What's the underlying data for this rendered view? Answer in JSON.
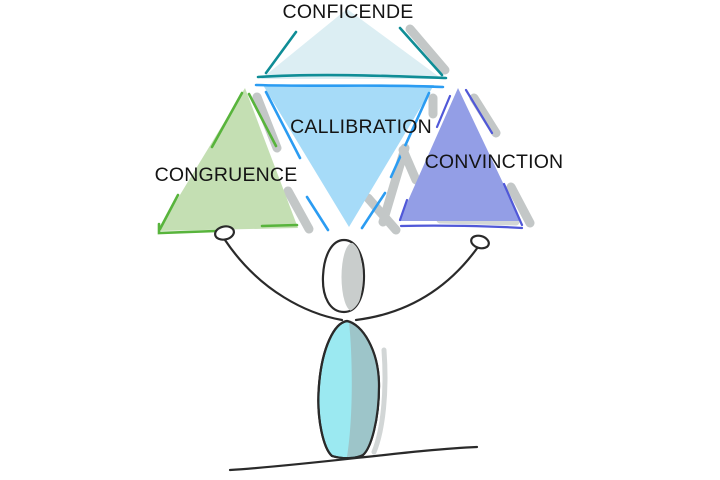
{
  "diagram": {
    "labels": {
      "top_triangle": "CONFICENDE",
      "middle_triangle": "CALLIBRATION",
      "left_triangle": "CONGRUENCE",
      "right_triangle": "CONVINCTION"
    },
    "colors": {
      "background": "#ffffff",
      "text": "#141414",
      "top_fill": "#dceef3",
      "top_stroke": "#0f8d96",
      "middle_fill": "#a6dbf8",
      "middle_stroke": "#2b9cf2",
      "left_fill": "#c4dfb3",
      "left_stroke": "#58b43c",
      "right_fill": "#939ee6",
      "right_stroke": "#5058d8",
      "shadow": "#c3c7c7",
      "shadow_light": "#d2d6d6",
      "figure_outline": "#2a2a2a",
      "figure_body_fill": "#9be9f1",
      "figure_body_shade": "#9dc5c9",
      "figure_head_shade": "#c9cdcc",
      "hand_fill": "#ffffff"
    }
  }
}
